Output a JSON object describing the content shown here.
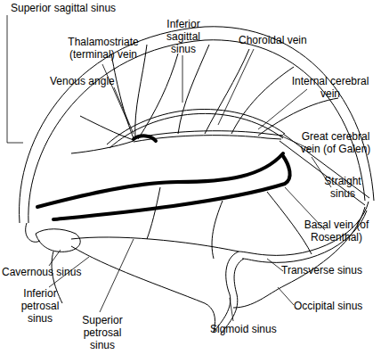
{
  "diagram": {
    "labels": [
      "Superior sagittal sinus",
      "Thalamostriate (terminal) vein",
      "Inferior sagittal sinus",
      "Choroidal vein",
      "Venous angle",
      "Internal cerebral vein",
      "Great cerebral vein (of Galen)",
      "Straight sinus",
      "Basal vein (of Rosenthal)",
      "Cavernous sinus",
      "Transverse sinus",
      "Inferior petrosal sinus",
      "Occipital sinus",
      "Superior petrosal sinus",
      "Sigmoid sinus"
    ]
  }
}
